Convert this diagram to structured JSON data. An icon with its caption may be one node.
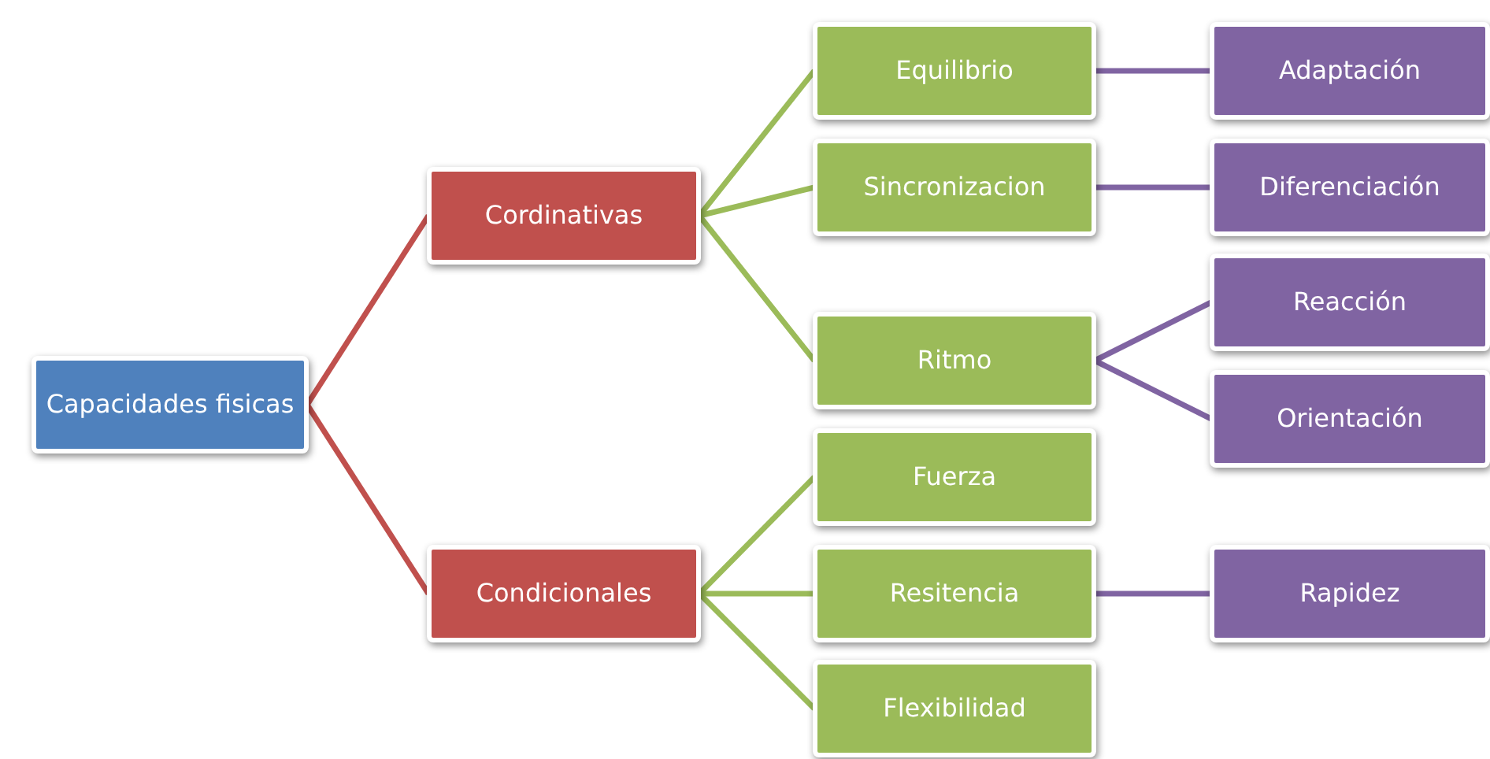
{
  "diagram": {
    "nodes": [
      {
        "text": [
          "Capacidades fisicas"
        ]
      },
      {
        "text": [
          "Cordinativas"
        ]
      },
      {
        "text": [
          "Equilibrio"
        ]
      },
      {
        "text": [
          "Adaptación"
        ]
      },
      {
        "text": [
          "Sincronizacion"
        ]
      },
      {
        "text": [
          "Diferenciación"
        ]
      },
      {
        "text": [
          "Ritmo"
        ]
      },
      {
        "text": [
          "Reacción"
        ]
      },
      {
        "text": [
          "Orientación"
        ]
      },
      {
        "text": [
          "Condicionales"
        ]
      },
      {
        "text": [
          "Fuerza"
        ]
      },
      {
        "text": [
          "Resitencia"
        ]
      },
      {
        "text": [
          "Rapidez"
        ]
      },
      {
        "text": [
          "Flexibilidad"
        ]
      }
    ],
    "edges": [
      {
        "from": 0,
        "to": 1,
        "arrow": "none",
        "color": "#c0504d"
      },
      {
        "from": 0,
        "to": 9,
        "arrow": "none",
        "color": "#c0504d"
      },
      {
        "from": 1,
        "to": 2,
        "arrow": "none"
      },
      {
        "from": 1,
        "to": 4,
        "arrow": "none"
      },
      {
        "from": 1,
        "to": 6,
        "arrow": "none"
      },
      {
        "from": 9,
        "to": 10,
        "arrow": "none"
      },
      {
        "from": 9,
        "to": 11,
        "arrow": "none"
      },
      {
        "from": 9,
        "to": 13,
        "arrow": "none"
      },
      {
        "from": 2,
        "to": 3,
        "arrow": "none",
        "color": "#8064a2"
      },
      {
        "from": 4,
        "to": 5,
        "arrow": "none",
        "color": "#8064a2"
      },
      {
        "from": 6,
        "to": 7,
        "arrow": "none",
        "color": "#8064a2"
      },
      {
        "from": 6,
        "to": 8,
        "arrow": "none",
        "color": "#8064a2"
      },
      {
        "from": 11,
        "to": 12,
        "arrow": "none",
        "color": "#8064a2"
      }
    ]
  }
}
